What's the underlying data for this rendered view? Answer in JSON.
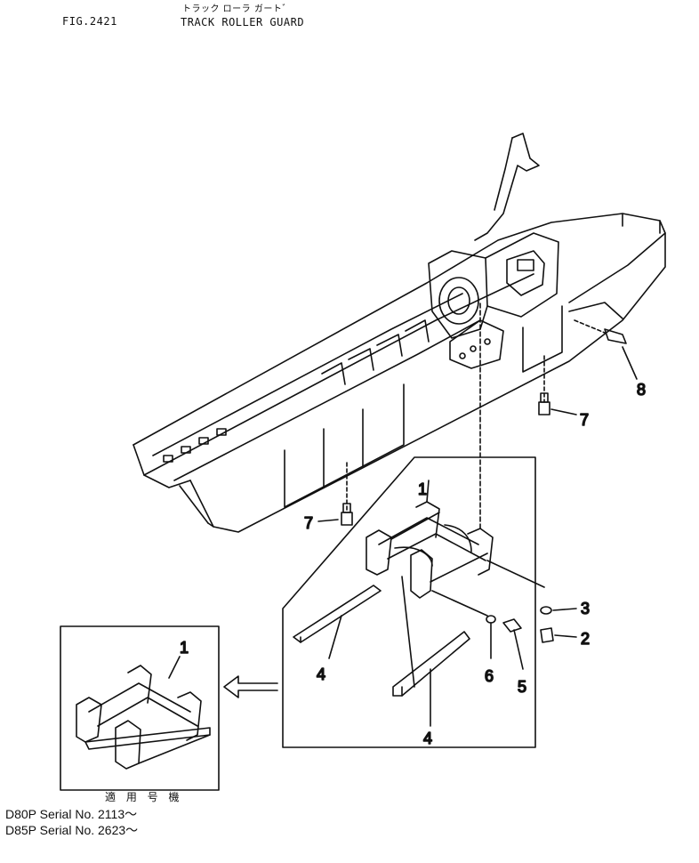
{
  "header": {
    "figure_number": "FIG.2421",
    "title_katakana": "トラック ローラ ガート゛",
    "title": "TRACK ROLLER GUARD"
  },
  "callouts": {
    "guard_main": "1",
    "bolt": "2",
    "washer": "3",
    "plate_upper": "4",
    "plate_lower": "4",
    "bolt_small": "5",
    "washer_small": "6",
    "bolt_frame_right": "7",
    "bolt_frame_left": "7",
    "bolt_rear": "8",
    "inset_guard": "1"
  },
  "applicability": {
    "label": "適 用 号 機",
    "lines": [
      "D80P   Serial  No.  2113～",
      "D85P   Serial  No.  2623～"
    ]
  }
}
